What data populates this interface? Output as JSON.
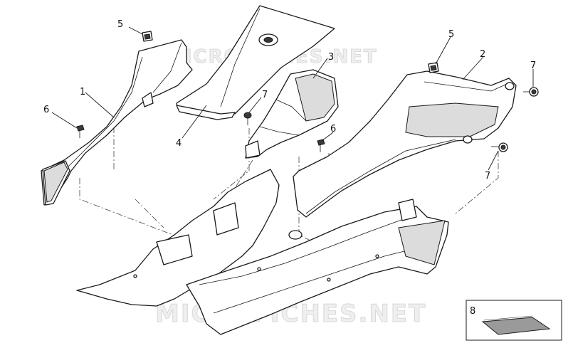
{
  "watermark": "MICROFICHES.NET",
  "callouts": {
    "c1": "1",
    "c2": "2",
    "c3": "3",
    "c4": "4",
    "c5a": "5",
    "c5b": "5",
    "c6a": "6",
    "c6b": "6",
    "c7a": "7",
    "c7b": "7",
    "c7c": "7",
    "c8": "8"
  },
  "colors": {
    "line": "#1a1a1a",
    "watermark": "#d8d8d8"
  }
}
